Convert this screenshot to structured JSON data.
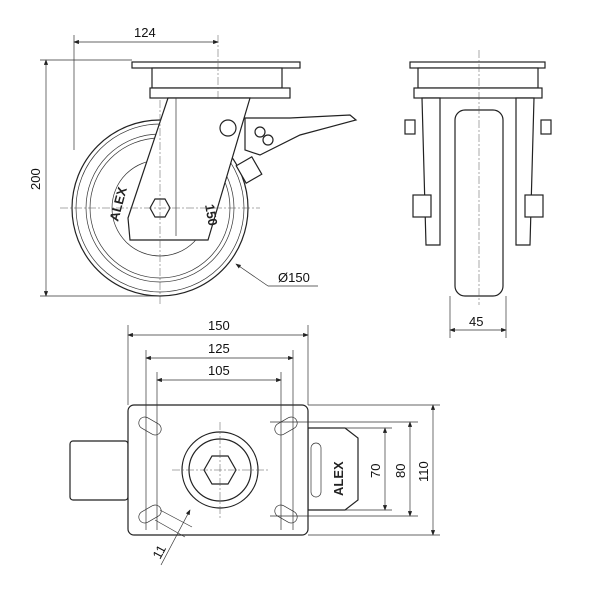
{
  "dimensions": {
    "plate_width_side": "124",
    "height": "200",
    "wheel_diameter": "Ø150",
    "wheel_width": "45",
    "plate_length": "150",
    "bolt_spacing_outer": "125",
    "bolt_spacing_inner": "105",
    "bolt_spacing_y_inner": "70",
    "bolt_spacing_y_outer": "80",
    "plate_width": "110",
    "bolt_hole": "11"
  },
  "labels": {
    "brand": "ALEX",
    "wheel_size": "150",
    "brand_bottom": "ALEX"
  }
}
